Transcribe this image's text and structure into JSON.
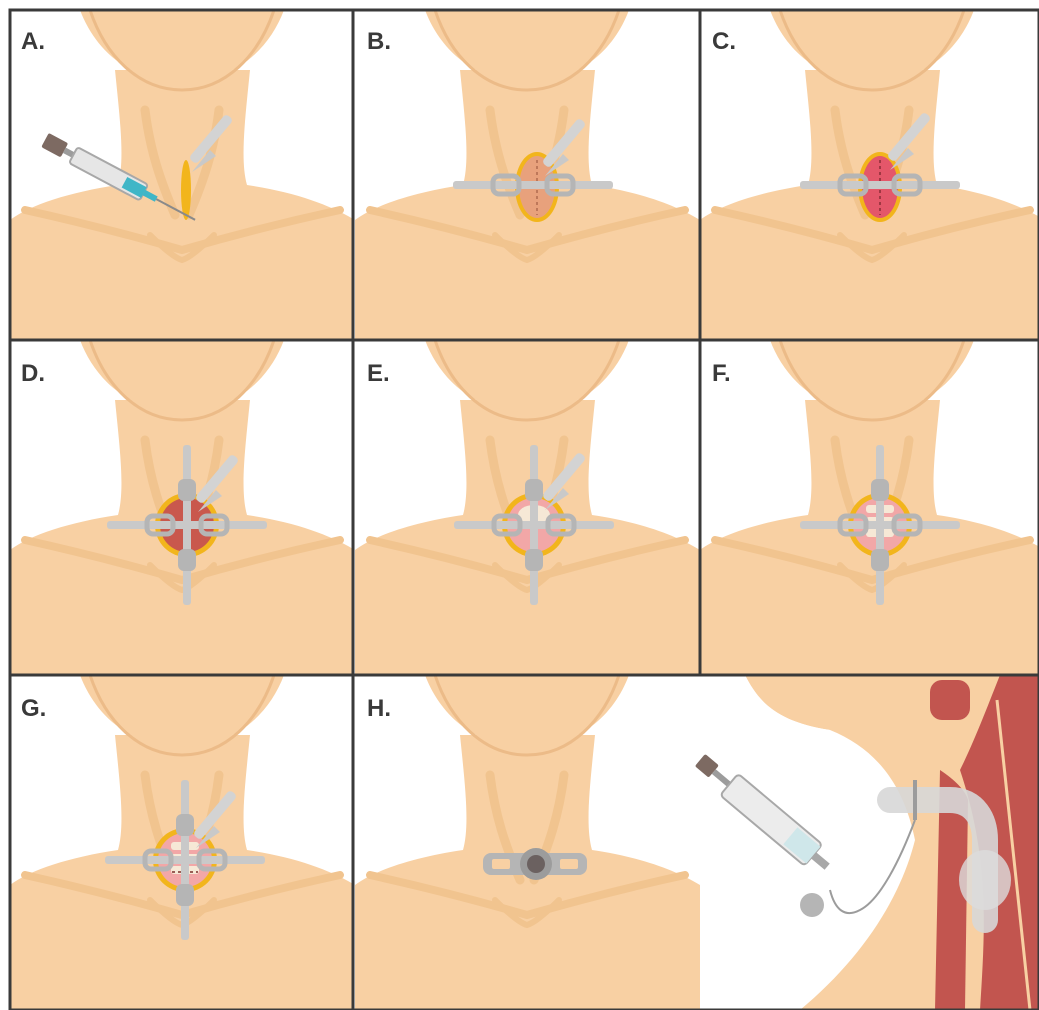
{
  "panels": [
    {
      "id": "a",
      "label": "A.",
      "step": "infiltration"
    },
    {
      "id": "b",
      "label": "B.",
      "step": "skin-incision"
    },
    {
      "id": "c",
      "label": "C.",
      "step": "subcutaneous-dissection"
    },
    {
      "id": "d",
      "label": "D.",
      "step": "strap-muscle-retraction"
    },
    {
      "id": "e",
      "label": "E.",
      "step": "thyroid-isthmus"
    },
    {
      "id": "f",
      "label": "F.",
      "step": "trachea-exposed"
    },
    {
      "id": "g",
      "label": "G.",
      "step": "tracheal-incision"
    },
    {
      "id": "h",
      "label": "H.",
      "step": "tube-in-place"
    }
  ],
  "colors": {
    "skin": "#f8d0a3",
    "skin_shadow": "#f1c48f",
    "background": "#ffffff",
    "border": "#3a3a3a",
    "instrument": "#c9c9c9",
    "instrument_dark": "#9c9c9c",
    "incision_edge": "#f2b51c",
    "tissue_b": "#e8a17c",
    "tissue_c": "#e4576a",
    "muscle": "#c9584d",
    "trachea_pink": "#f2a7a7",
    "cartilage": "#f6e8d6",
    "airway_wall": "#c2554f",
    "syringe_blue": "#3fb6c7",
    "syringe_cap": "#7d6a62"
  }
}
